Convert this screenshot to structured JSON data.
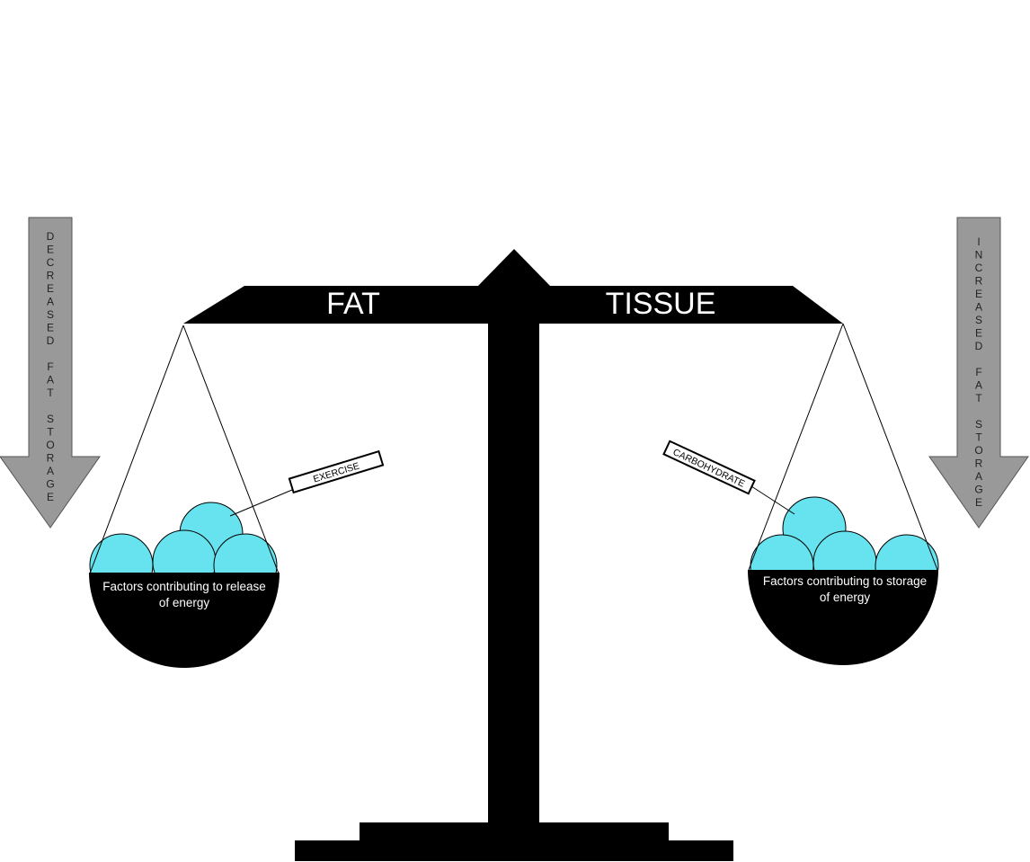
{
  "beam": {
    "left_label": "FAT",
    "right_label": "TISSUE"
  },
  "arrows": {
    "left": "DECREASED FAT STORAGE",
    "right": "INCREASED FAT STORAGE"
  },
  "pans": {
    "left": {
      "line1": "Factors contributing to release",
      "line2": "of energy",
      "tag": "EXERCISE"
    },
    "right": {
      "line1": "Factors contributing to storage",
      "line2": "of energy",
      "tag": "CARBOHYDRATE"
    }
  },
  "colors": {
    "ball": "#66e3ef",
    "arrow": "#999999",
    "scale": "#000000"
  }
}
